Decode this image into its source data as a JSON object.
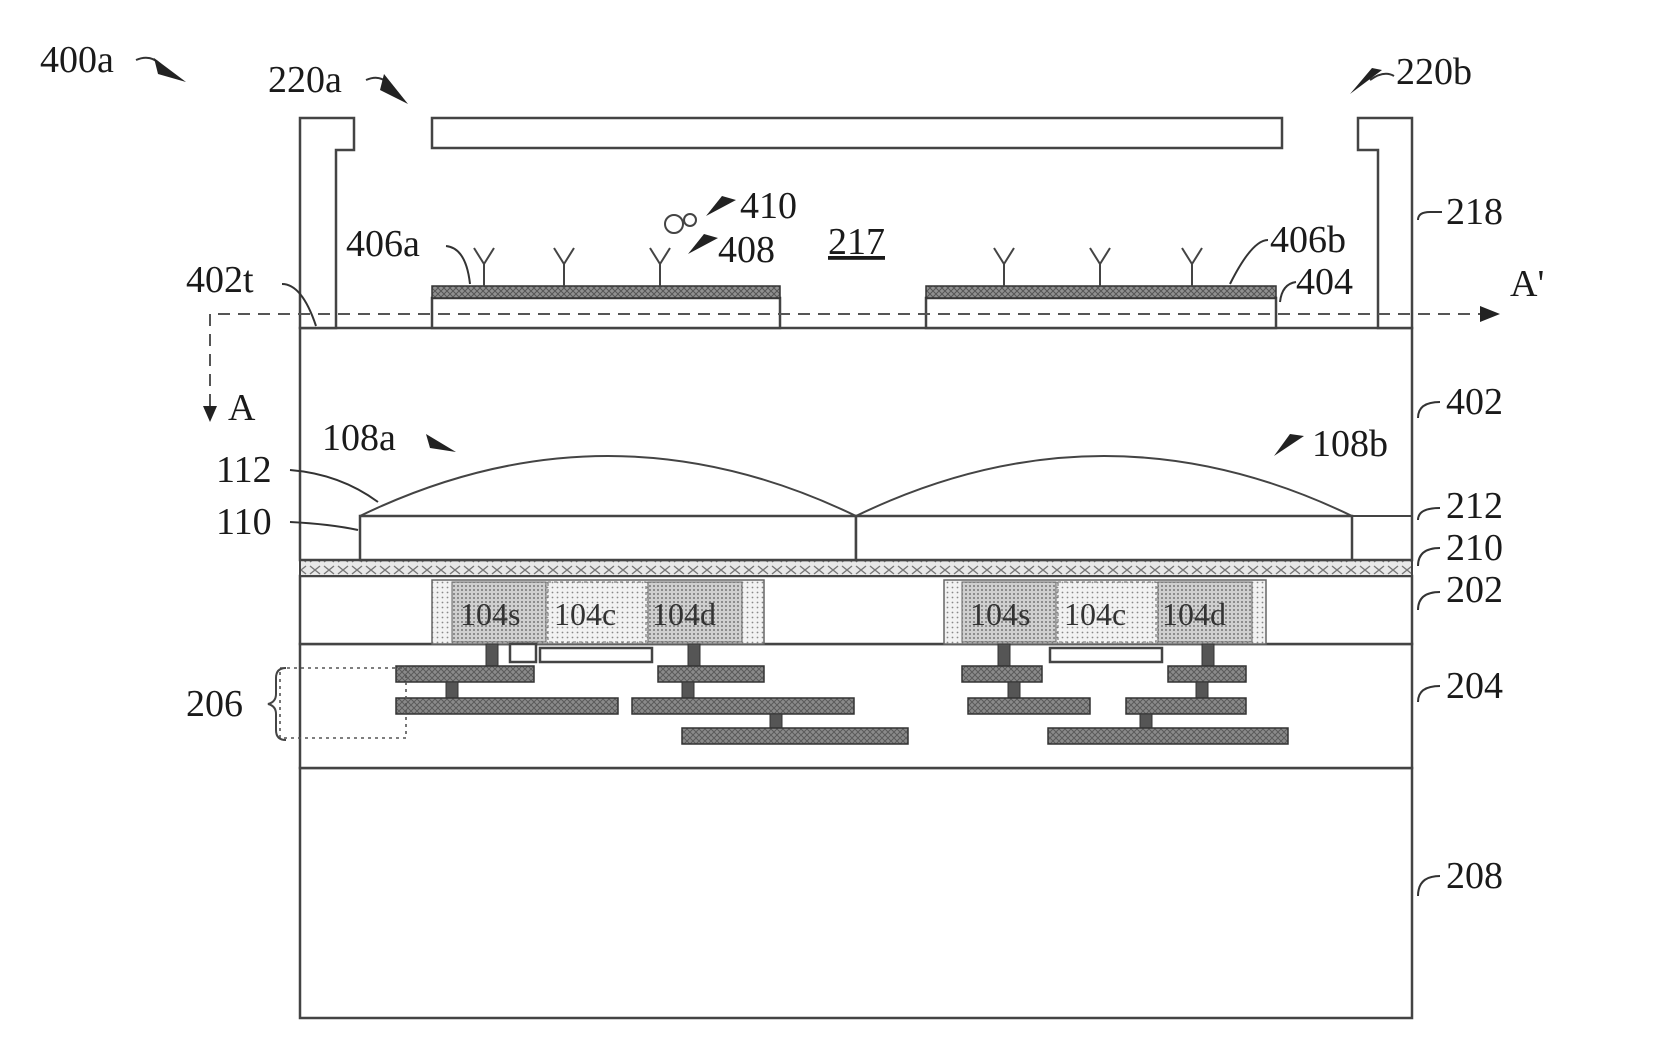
{
  "labels": {
    "device": "400a",
    "cap_left": "220a",
    "cap_right": "220b",
    "chamber": "217",
    "cap_wall": "218",
    "molecule": "410",
    "probe": "408",
    "sensing_left": "406a",
    "sensing_right": "406b",
    "interface_layer": "404",
    "top_surface": "402t",
    "section_a_prime": "A'",
    "section_a": "A",
    "substrate_layer": "402",
    "lens_left": "108a",
    "lens_right": "108b",
    "lens_curve": "112",
    "lens_base": "110",
    "layer_212": "212",
    "layer_210": "210",
    "layer_202": "202",
    "layer_204": "204",
    "interconnect": "206",
    "bulk_substrate": "208",
    "cells_left": [
      "104s",
      "104c",
      "104d"
    ],
    "cells_right": [
      "104s",
      "104c",
      "104d"
    ]
  }
}
